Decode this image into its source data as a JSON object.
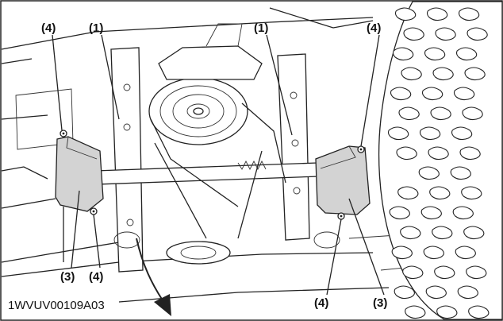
{
  "figure": {
    "image_code": "1WVUV00109A03",
    "callouts": {
      "left_top_4": "(4)",
      "left_top_1": "(1)",
      "right_top_1": "(1)",
      "right_top_4": "(4)",
      "left_bottom_3": "(3)",
      "left_bottom_4": "(4)",
      "right_bottom_4": "(4)",
      "right_bottom_3": "(3)"
    },
    "colors": {
      "line": "#222222",
      "cover_fill": "#d3d3d3",
      "background": "#ffffff"
    }
  }
}
